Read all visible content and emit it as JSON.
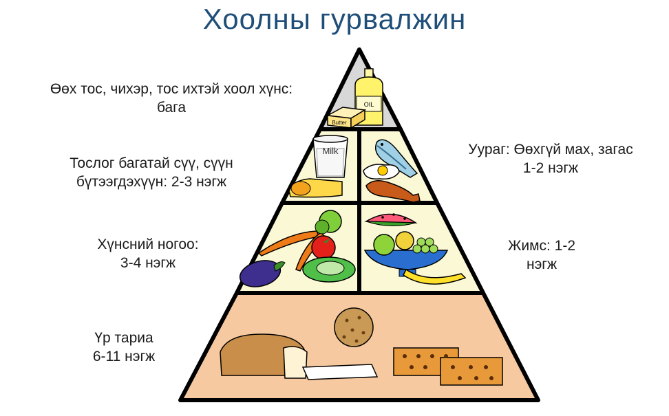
{
  "title": "Хоолны гурвалжин",
  "levels": {
    "fats": {
      "line1": "Өөх тос, чихэр, тос ихтэй хоол хүнс:",
      "line2": "бага"
    },
    "dairy": {
      "line1": "Тослог багатай сүү, сүүн",
      "line2": "бүтээгдэхүүн: 2-3 нэгж"
    },
    "protein": {
      "line1": "Уураг: Өөхгүй мах, загас",
      "line2": "1-2 нэгж"
    },
    "vegetables": {
      "line1": "Хүнсний ногоо:",
      "line2": "3-4 нэгж"
    },
    "fruits": {
      "line1": "Жимс: 1-2",
      "line2": "нэгж"
    },
    "grains": {
      "line1": "Үр тариа",
      "line2": "6-11 нэгж"
    }
  },
  "food_text": {
    "oil": "OIL",
    "butter": "Butter",
    "milk": "Milk"
  },
  "colors": {
    "title": "#1f4e79",
    "top_fill": "#d8d8d8",
    "dairy_fill": "#fbf8d6",
    "veg_fill": "#fbf8d6",
    "grain_fill": "#f6c9a0",
    "outline": "#000000"
  }
}
